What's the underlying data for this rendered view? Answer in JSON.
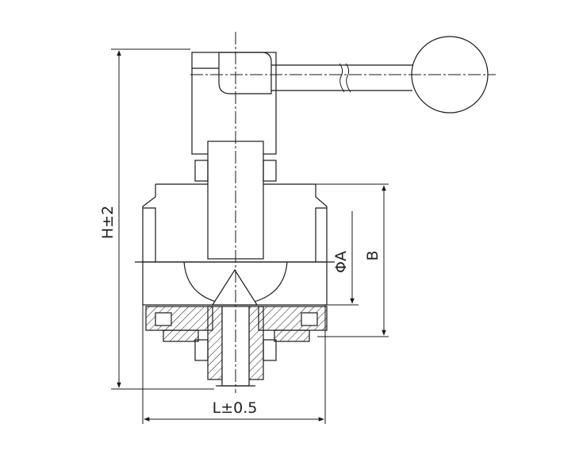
{
  "dimensions": {
    "height_label": "H±2",
    "length_label": "L±0.5",
    "diameter_label": "ΦA",
    "b_label": "B"
  }
}
